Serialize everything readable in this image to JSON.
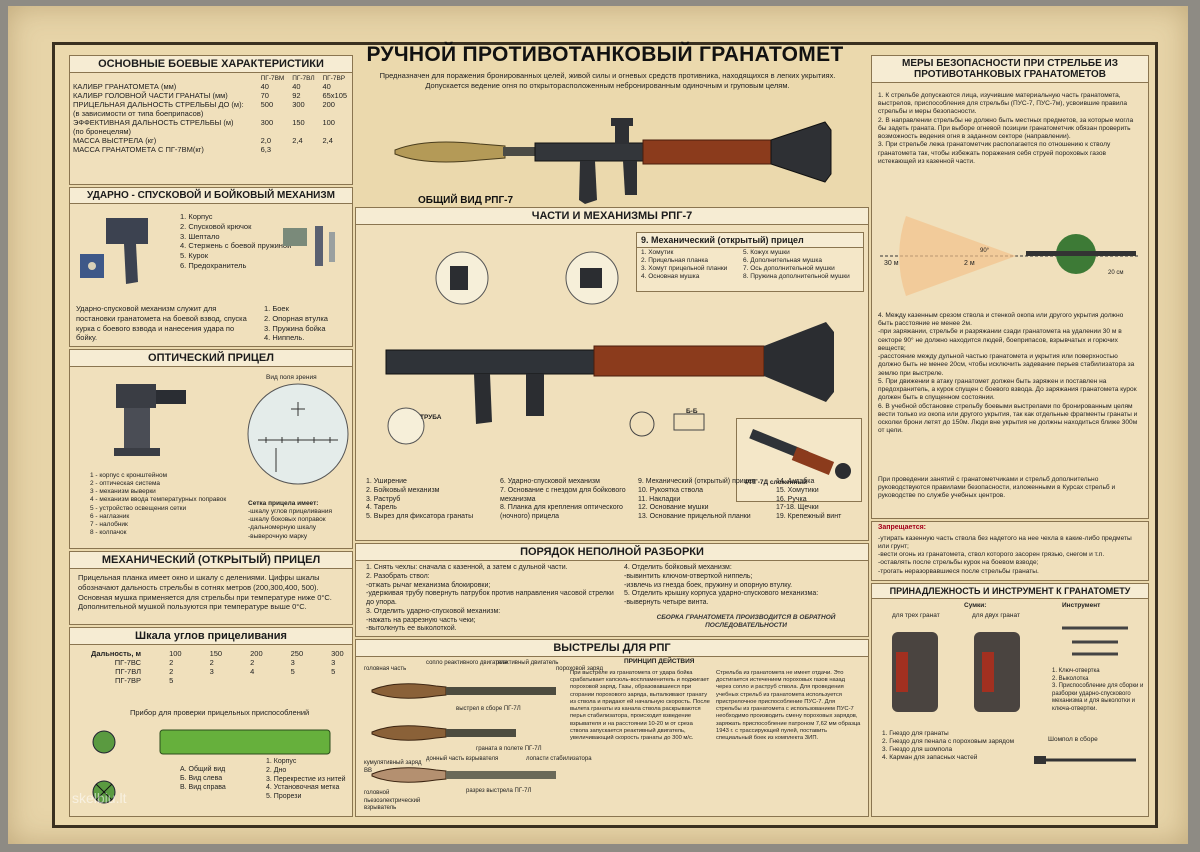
{
  "title": "РУЧНОЙ ПРОТИВОТАНКОВЫЙ ГРАНАТОМЕТ",
  "intro": [
    "Предназначен для поражения бронированных целей, живой силы и огневых средств противника, находящихся в легких укрытиях.",
    "Допускается ведение огня по открыторасположенным небронированным одиночным и груповым целям."
  ],
  "general_view_label": "ОБЩИЙ ВИД РПГ-7",
  "specs": {
    "header": "ОСНОВНЫЕ БОЕВЫЕ ХАРАКТЕРИСТИКИ",
    "columns": [
      "ПГ-7ВМ",
      "ПГ-7ВЛ",
      "ПГ-7ВР"
    ],
    "rows": [
      {
        "label": "КАЛИБР ГРАНАТОМЕТА (мм)",
        "values": [
          "40",
          "40",
          "40"
        ]
      },
      {
        "label": "КАЛИБР ГОЛОВНОЙ ЧАСТИ ГРАНАТЫ (мм)",
        "values": [
          "70",
          "92",
          "65х105"
        ]
      },
      {
        "label": "ПРИЦЕЛЬНАЯ ДАЛЬНОСТЬ СТРЕЛЬБЫ ДО (м):",
        "values": [
          "500",
          "300",
          "200"
        ]
      },
      {
        "label": "(в зависимости от типа боеприпасов)",
        "values": [
          "",
          "",
          ""
        ]
      },
      {
        "label": "ЭФФЕКТИВНАЯ ДАЛЬНОСТЬ СТРЕЛЬБЫ (м)",
        "values": [
          "300",
          "150",
          "100"
        ]
      },
      {
        "label": "(по бронецелям)",
        "values": [
          "",
          "",
          ""
        ]
      },
      {
        "label": "МАССА ВЫСТРЕЛА (кг)",
        "values": [
          "2,0",
          "2,4",
          "2,4"
        ]
      },
      {
        "label": "МАССА ГРАНАТОМЕТА С ПГ-7ВМ(кг)",
        "values": [
          "6,3",
          "",
          ""
        ]
      }
    ]
  },
  "trigger": {
    "header": "УДАРНО - СПУСКОВОЙ И БОЙКОВЫЙ МЕХАНИЗМ",
    "parts": [
      "1. Корпус",
      "2. Спусковой крючок",
      "3. Шептало",
      "4. Стержень с боевой пружиной",
      "5. Курок",
      "6. Предохранитель"
    ],
    "parts2": [
      "1. Боек",
      "2. Опорная втулка",
      "3. Пружина бойка",
      "4. Ниппель."
    ],
    "desc": "Ударно-спусковой механизм служит для постановки гранатомета на боевой взвод, спуска курка с боевого взвода и нанесения удара по бойку."
  },
  "optic": {
    "header": "ОПТИЧЕСКИЙ ПРИЦЕЛ",
    "field_label": "Вид поля зрения",
    "items": [
      "1 - корпус с кронштейном",
      "2 - оптическая система",
      "3 - механизм выверки",
      "4 - механизм ввода температурных поправок",
      "5 - устройство освещения сетки",
      "6 - наглазник",
      "7 - налобник",
      "8 - колпачок"
    ],
    "grid_title": "Сетка прицела имеет:",
    "grid_items": [
      "-шкалу углов прицеливания",
      "-шкалу боковых поправок",
      "-дальномерную шкалу",
      "-выверочную марку"
    ]
  },
  "mech_sight": {
    "header": "МЕХАНИЧЕСКИЙ (ОТКРЫТЫЙ) ПРИЦЕЛ",
    "lines": [
      "Прицельная планка имеет окно и шкалу с делениями. Цифры шкалы",
      "обозначают дальность стрельбы в сотнях метров (200,300,400, 500).",
      "Основная мушка применяется для стрельбы при температуре ниже 0°С.",
      "Дополнительной мушкой пользуются при температуре выше 0°С."
    ]
  },
  "scale": {
    "header": "Шкала углов прицеливания",
    "head_row": [
      "Дальность, м",
      "100",
      "150",
      "200",
      "250",
      "300"
    ],
    "rows": [
      [
        "ПГ-7ВС",
        "2",
        "2",
        "2",
        "3",
        "3"
      ],
      [
        "ПГ-7ВЛ",
        "2",
        "3",
        "4",
        "5",
        "5"
      ],
      [
        "ПГ-7ВР",
        "5",
        "",
        "",
        "",
        ""
      ]
    ]
  },
  "checker": {
    "title": "Прибор для проверки прицельных приспособлений",
    "views": [
      "А. Общий вид",
      "Б. Вид слева",
      "В. Вид справа"
    ],
    "parts": [
      "1. Корпус",
      "2. Дно",
      "3. Перекрестие из нитей",
      "4. Установочная метка",
      "5. Прорези"
    ]
  },
  "parts_mech": {
    "header": "ЧАСТИ И МЕХАНИЗМЫ РПГ-7",
    "sub_header": "9.  Механический (открытый) прицел",
    "sub_items_left": [
      "1. Хомутик",
      "2. Прицельная планка",
      "3. Хомут прицельной планки",
      "4. Основная мушка"
    ],
    "sub_items_right": [
      "5. Кожух мушки",
      "6. Дополнительная мушка",
      "7. Ось дополнительной мушки",
      "8. Пружина дополнительной мушки"
    ],
    "tube_label": "ТРУБА",
    "rpg7d_label": "РПГ-7Д сложенный",
    "section_label": "Б-Б",
    "list_cols": [
      [
        "1. Уширение",
        "2. Бойковый механизм",
        "3. Раструб",
        "4. Тарель",
        "5. Вырез для фиксатора гранаты"
      ],
      [
        "6. Ударно-спусковой механизм",
        "7. Основание с гнездом для бойкового механизма",
        "8. Планка для крепления оптического (ночного) прицела"
      ],
      [
        "9. Механический (открытый) прицел",
        "10. Рукоятка ствола",
        "11. Накладки",
        "12. Основание мушки",
        "13. Основание прицельной планки"
      ],
      [
        "14. Антабка",
        "15. Хомутики",
        "16. Ручка",
        "17-18. Щечки",
        "19. Крепежный винт"
      ]
    ]
  },
  "disassembly": {
    "header": "ПОРЯДОК НЕПОЛНОЙ РАЗБОРКИ",
    "left": [
      "1. Снять чехлы: сначала с казенной, а затем с дульной части.",
      "2. Разобрать ствол:",
      "-отжать рычаг механизма блокировки;",
      "-удерживая трубу повернуть патрубок против направления часовой стрелки до упора.",
      "3. Отделить ударно-спусковой механизм:",
      "-нажать на разрезную часть чеки;",
      "-вытолкнуть ее выколоткой."
    ],
    "right": [
      "4. Отделить бойковый механизм:",
      "-вывинтить ключом-отверткой ниппель;",
      "-извлечь из гнезда боек, пружину и опорную втулку.",
      "5. Отделить крышку корпуса ударно-спускового механизма:",
      "-вывернуть четыре винта."
    ],
    "note": "СБОРКА ГРАНАТОМЕТА ПРОИЗВОДИТСЯ В ОБРАТНОЙ ПОСЛЕДОВАТЕЛЬНОСТИ"
  },
  "rounds": {
    "header": "ВЫСТРЕЛЫ ДЛЯ РПГ",
    "principle": "ПРИНЦИП ДЕЙСТВИЯ",
    "captions": [
      "головная часть",
      "сопло реактивного двигателя",
      "реактивный двигатель",
      "пороховой заряд",
      "выстрел в сборе ПГ-7Л",
      "граната в полете ПГ-7Л",
      "кумулятивный заряд ВВ",
      "донный часть взрывателя",
      "лопасти стабилизатора",
      "разрез выстрела ПГ-7Л",
      "головной пьезоэлектрический взрыватель"
    ],
    "col1": "При выстреле из гранатомета от удара бойка срабатывает капсюль-воспламенитель и поджигает пороховой заряд. Газы, образовавшиеся при сгорании порохового заряда, выталкивают гранату из ствола и придают ей начальную скорость. После вылета гранаты из канала ствола раскрываются перья стабилизатора, происходит взведение взрывателя и на расстоянии 10-20 м от среза ствола запускается реактивный двигатель, увеличивающий скорость гранаты до 300 м/с.",
    "col2": "Стрельба из гранатомета не имеет отдачи. Это достигается истечением пороховых газов назад через сопло и раструб ствола. Для проведения учебных стрельб из гранатомета используется пристрелочное приспособление ПУС-7. Для стрельбы из гранатомета с использованием ПУС-7 необходимо производить смену пороховых зарядов, заряжать приспособление патроном 7,62 мм образца 1943 г. с трассирующей пулей, поставить специальный боек из комплекта ЗИП."
  },
  "safety": {
    "header": "МЕРЫ БЕЗОПАСНОСТИ ПРИ СТРЕЛЬБЕ ИЗ ПРОТИВОТАНКОВЫХ ГРАНАТОМЕТОВ",
    "items1": [
      "1. К стрельбе допускаются лица, изучившие материальную часть гранатомета, выстрелов, приспособления для стрельбы (ПУС-7, ПУС-7м), усвоившие правила стрельбы и меры безопасности.",
      "2. В направлении стрельбы не должно быть местных предметов, за которые могла бы задеть граната. При выборе огневой позиции гранатометчик обязан проверить возможность ведения огня в заданном секторе (направлении).",
      "3. При стрельбе лежа гранатометчик располагается по отношению к стволу гранатомета так, чтобы избежать поражения себя струей пороховых газов истекающей из казенной части."
    ],
    "dist_30": "30 м",
    "dist_2": "2 м",
    "dist_20": "20 см",
    "angle": "90°",
    "items2": [
      "4. Между казенным срезом ствола и стенкой окопа или другого укрытия должно быть расстояние не менее 2м.",
      "-при заряжании, стрельбе и разряжании сзади гранатомета на удалении 30 м в секторе 90° не должно находится людей, боеприпасов, взрывчатых и горючих веществ;",
      "-расстояние между дульной частью гранатомета и укрытия или поверхностью должно быть не менее 20см, чтобы исключить задевание перьев стабилизатора за землю при выстреле.",
      "5. При движении в атаку гранатомет должен быть заряжен и поставлен на предохранитель, а курок спущен с боевого взвода. До заряжания гранатомета курок должен быть в спущенном состоянии.",
      "6. В учебной обстановке стрельбу боевыми выстрелами по бронированным целям вести только из окопа или другого укрытия, так как отдельные фрагменты гранаты и осколки брони летят до 150м. Люди вне укрытия не должны находиться ближе 300м от цели."
    ],
    "note": "При проведении занятий с гранатометчиками и стрельб дополнительно руководствуются правилами безопасности, изложенными в Курсах стрельб и руководстве по службе учебных центров.",
    "forbidden_title": "Запрещается:",
    "forbidden": [
      "-утирать казенную часть ствола без надетого на нее чехла в какие-либо предметы или грунт;",
      "-вести огонь из гранатомета, ствол которого засорен грязью, снегом и т.п.",
      "-оставлять после стрельбы курок на боевом взводе;",
      "-трогать неразорвавшиеся после стрельбы гранаты."
    ]
  },
  "accessories": {
    "header": "ПРИНАДЛЕЖНОСТЬ И ИНСТРУМЕНТ К ГРАНАТОМЕТУ",
    "bags_label": "Сумки:",
    "bag3": "для трех гранат",
    "bag2": "для двух гранат",
    "tools_label": "Инструмент",
    "tools": [
      "1. Ключ-отвертка",
      "2. Выколотка",
      "3. Приспособление для сборки и разборки ударно-спускового механизма и для выколотки и ключа-отвертки."
    ],
    "bag_items": [
      "1. Гнездо для гранаты",
      "2. Гнездо для пенала с пороховым зарядом",
      "3. Гнездо для шомпола",
      "4. Карман для запасных частей"
    ],
    "rod_label": "Шомпол в сборе"
  },
  "watermark": "skelbiu.lt"
}
